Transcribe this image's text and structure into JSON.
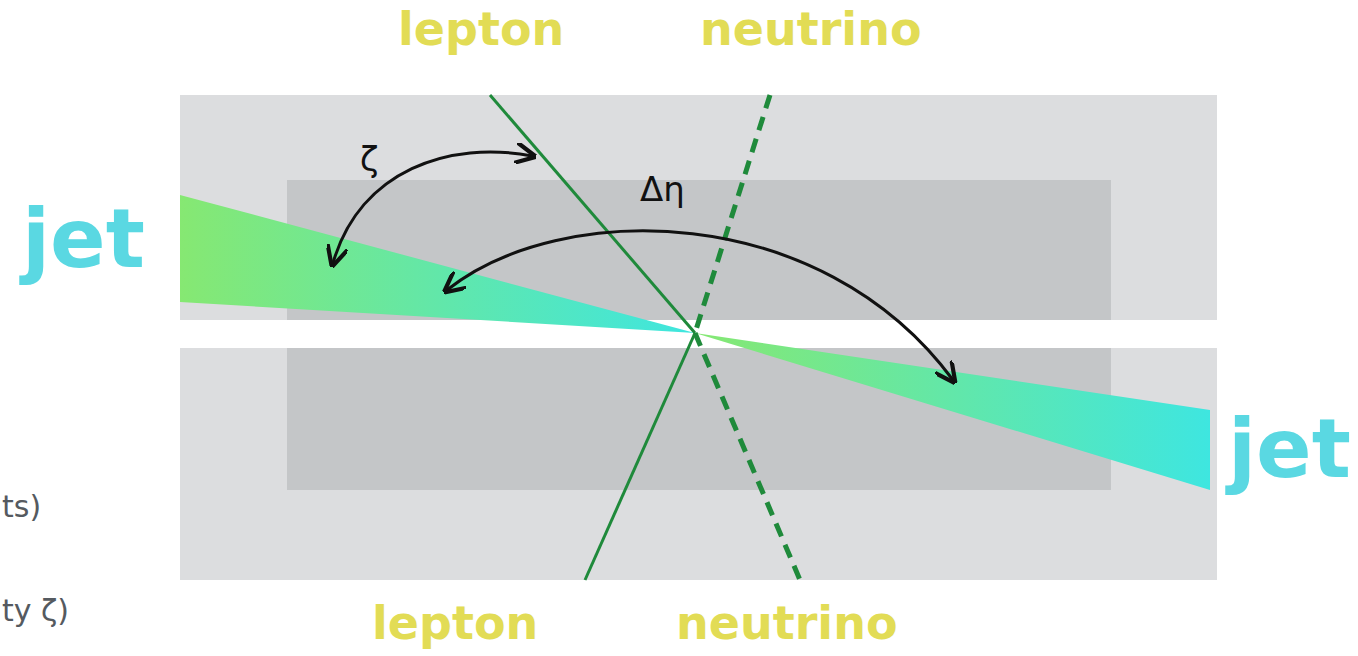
{
  "diagram": {
    "labels": [
      "lepton",
      "neutrino",
      "jet",
      "ζ",
      "Δη",
      "jet",
      "ts)",
      "ty ζ)",
      "lepton",
      "neutrino"
    ]
  }
}
